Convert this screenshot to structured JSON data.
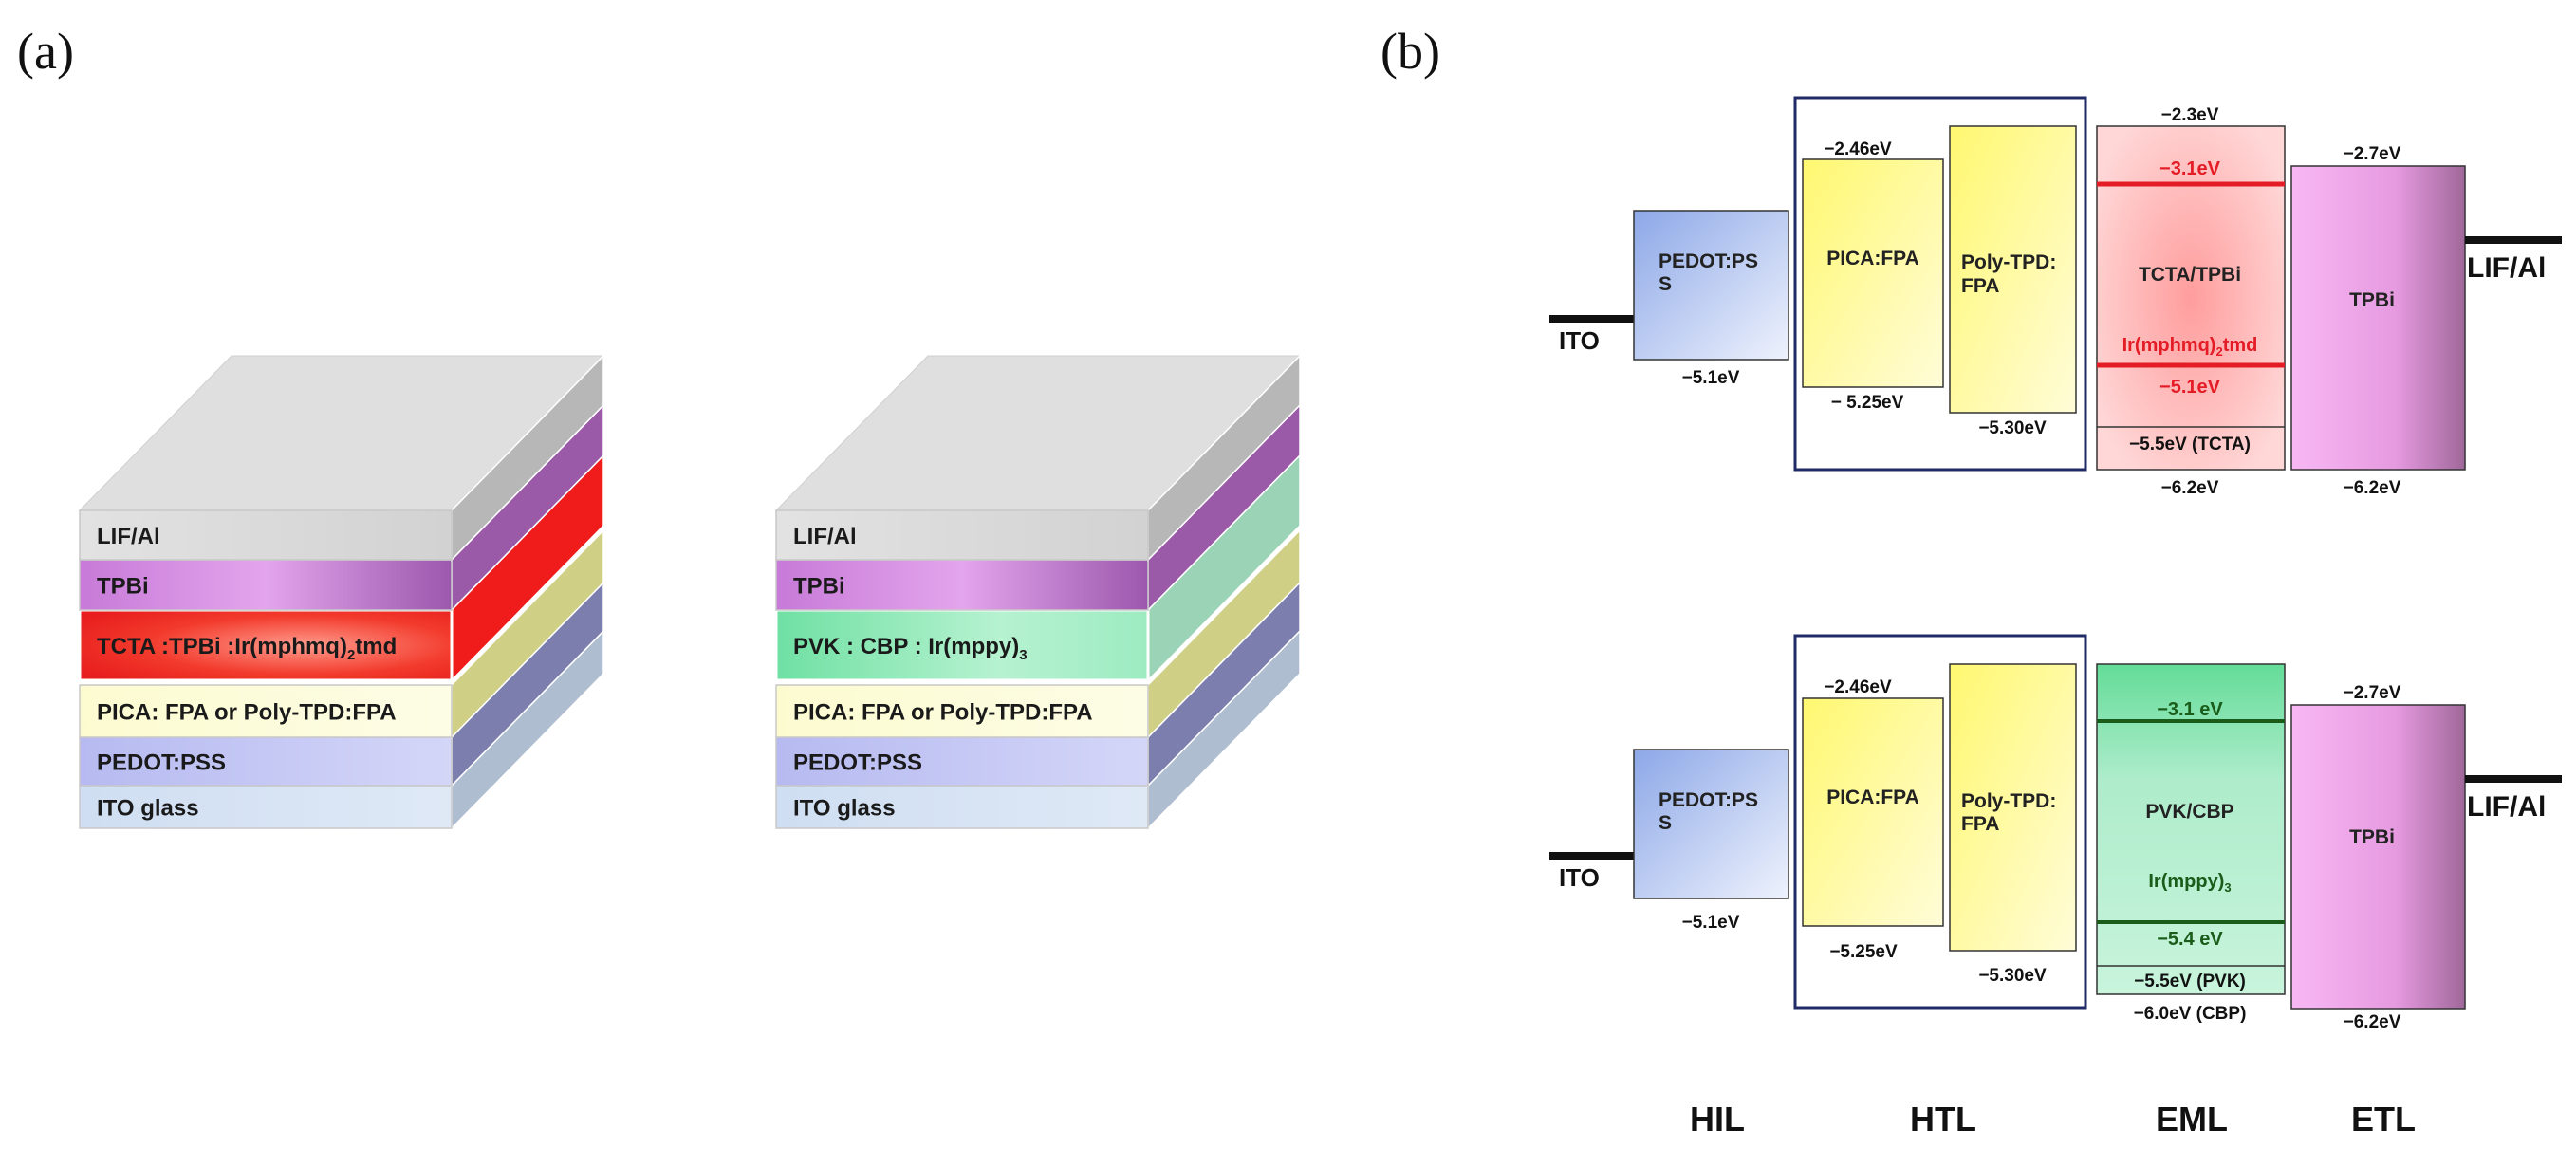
{
  "panel_labels": {
    "a": "(a)",
    "b": "(b)"
  },
  "colors": {
    "lif": "#dedede",
    "tpbi": "#c879d6",
    "tcta": "#ee2a2a",
    "pvk": "#8be6b4",
    "pica": "#fdfcd6",
    "pedot": "#c3c6f4",
    "ito": "#d5e3f3",
    "frame": "#1f2a66",
    "red_level": "#e31c25",
    "green_level": "#1a5c1a"
  },
  "stacks": [
    {
      "layers": [
        {
          "key": "lif",
          "label": "LIF/Al"
        },
        {
          "key": "tpbi",
          "label": "TPBi"
        },
        {
          "key": "eml",
          "label": "TCTA :TPBi :Ir(mphmq)",
          "sub": "2",
          "tail": "tmd"
        },
        {
          "key": "pica",
          "label": "PICA: FPA or Poly-TPD:FPA"
        },
        {
          "key": "pedot",
          "label": "PEDOT:PSS"
        },
        {
          "key": "ito",
          "label": "ITO glass"
        }
      ]
    },
    {
      "layers": [
        {
          "key": "lif",
          "label": "LIF/Al"
        },
        {
          "key": "tpbi",
          "label": "TPBi"
        },
        {
          "key": "eml",
          "label": "PVK : CBP : Ir(mppy)",
          "sub": "3",
          "tail": ""
        },
        {
          "key": "pica",
          "label": "PICA: FPA or Poly-TPD:FPA"
        },
        {
          "key": "pedot",
          "label": "PEDOT:PSS"
        },
        {
          "key": "ito",
          "label": "ITO glass"
        }
      ]
    }
  ],
  "diagrams": [
    {
      "ito_label": "ITO",
      "lif_label": "LIF/Al",
      "pedot": {
        "label1": "PEDOT:PS",
        "label2": "S",
        "bottom": "−5.1eV"
      },
      "pica": {
        "label": "PICA:FPA",
        "top": "−2.46eV",
        "bottom": "− 5.25eV"
      },
      "polytpd": {
        "label1": "Poly-TPD:",
        "label2": "FPA",
        "bottom": "−5.30eV"
      },
      "eml": {
        "top": "−2.3eV",
        "level_upper": "−3.1eV",
        "name": "TCTA/TPBi",
        "dopant": "Ir(mphmq)",
        "dopant_sub": "2",
        "dopant_tail": "tmd",
        "level_lower": "−5.1eV",
        "host_level": "−5.5eV (TCTA)",
        "bottom": "−6.2eV"
      },
      "tpbi": {
        "label": "TPBi",
        "top": "−2.7eV",
        "bottom": "−6.2eV"
      }
    },
    {
      "ito_label": "ITO",
      "lif_label": "LIF/Al",
      "pedot": {
        "label1": "PEDOT:PS",
        "label2": "S",
        "bottom": "−5.1eV"
      },
      "pica": {
        "label": "PICA:FPA",
        "top": "−2.46eV",
        "bottom": "−5.25eV"
      },
      "polytpd": {
        "label1": "Poly-TPD:",
        "label2": "FPA",
        "bottom": "−5.30eV"
      },
      "eml": {
        "level_upper": "−3.1 eV",
        "name": "PVK/CBP",
        "dopant": "Ir(mppy)",
        "dopant_sub": "3",
        "level_lower": "−5.4 eV",
        "host_level": "−5.5eV (PVK)",
        "bottom": "−6.0eV (CBP)"
      },
      "tpbi": {
        "label": "TPBi",
        "top": "−2.7eV",
        "bottom": "−6.2eV"
      }
    }
  ],
  "layer_axis": {
    "hil": "HIL",
    "htl": "HTL",
    "eml": "EML",
    "etl": "ETL"
  }
}
